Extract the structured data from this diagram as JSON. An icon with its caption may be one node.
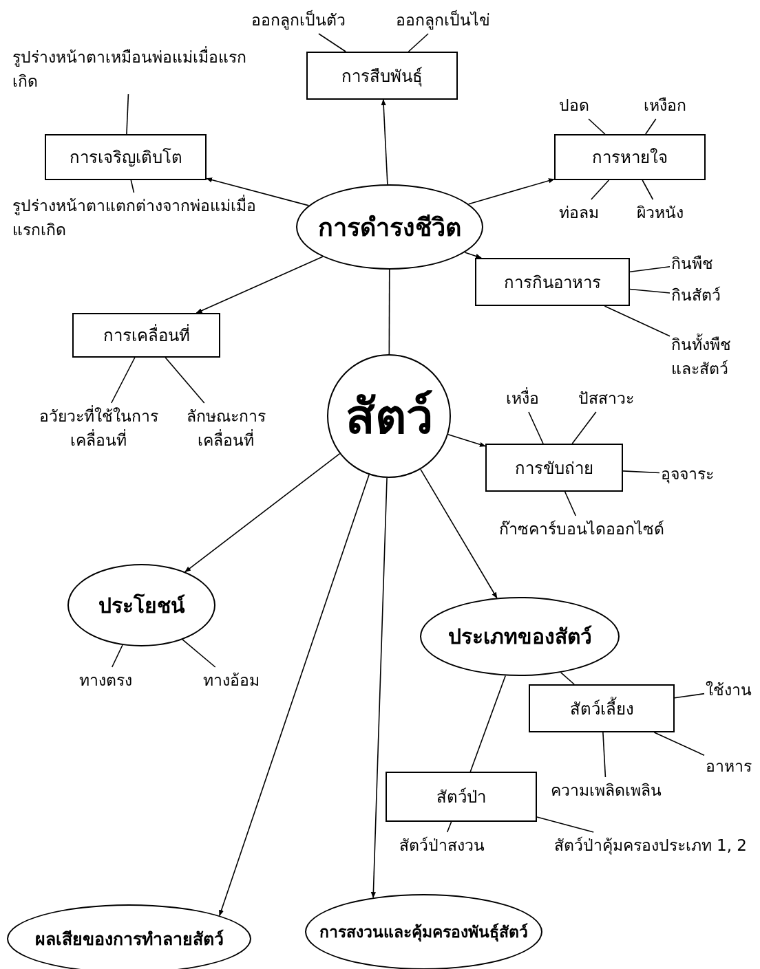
{
  "diagram": {
    "nodes": [
      {
        "text": [
          "การสืบพันธุ์"
        ]
      },
      {
        "text": [
          "ออกลูกเป็นตัว"
        ]
      },
      {
        "text": [
          "ออกลูกเป็นไข่"
        ]
      },
      {
        "text": [
          "การเจริญเติบโต"
        ]
      },
      {
        "text": [
          "รูปร่างหน้าตาเหมือนพ่อแม่เมื่อแรกเกิด"
        ]
      },
      {
        "text": [
          "รูปร่างหน้าตาแตกต่างจากพ่อแม่เมื่อแรกเกิด"
        ]
      },
      {
        "text": [
          "การหายใจ"
        ]
      },
      {
        "text": [
          "ปอด"
        ]
      },
      {
        "text": [
          "เหงือก"
        ]
      },
      {
        "text": [
          "ท่อลม"
        ]
      },
      {
        "text": [
          "ผิวหนัง"
        ]
      },
      {
        "text": [
          "การดำรงชีวิต"
        ]
      },
      {
        "text": [
          "การกินอาหาร"
        ]
      },
      {
        "text": [
          "กินพืช"
        ]
      },
      {
        "text": [
          "กินสัตว์"
        ]
      },
      {
        "text": [
          "กินทั้งพืชและสัตว์"
        ]
      },
      {
        "text": [
          "การเคลื่อนที่"
        ]
      },
      {
        "text": [
          "อวัยวะที่ใช้ในการเคลื่อนที่"
        ]
      },
      {
        "text": [
          "ลักษณะการเคลื่อนที่"
        ]
      },
      {
        "text": [
          "สัตว์"
        ]
      },
      {
        "text": [
          "การขับถ่าย"
        ]
      },
      {
        "text": [
          "เหงื่อ"
        ]
      },
      {
        "text": [
          "ปัสสาวะ"
        ]
      },
      {
        "text": [
          "อุจจาระ"
        ]
      },
      {
        "text": [
          "ก๊าซคาร์บอนไดออกไซด์"
        ]
      },
      {
        "text": [
          "ประโยชน์"
        ]
      },
      {
        "text": [
          "ทางตรง"
        ]
      },
      {
        "text": [
          "ทางอ้อม"
        ]
      },
      {
        "text": [
          "ประเภทของสัตว์"
        ]
      },
      {
        "text": [
          "สัตว์เลี้ยง"
        ]
      },
      {
        "text": [
          "ใช้งาน"
        ]
      },
      {
        "text": [
          "อาหาร"
        ]
      },
      {
        "text": [
          "ความเพลิดเพลิน"
        ]
      },
      {
        "text": [
          "สัตว์ป่า"
        ]
      },
      {
        "text": [
          "สัตว์ป่าสงวน"
        ]
      },
      {
        "text": [
          "สัตว์ป่าคุ้มครองประเภท 1, 2"
        ]
      },
      {
        "text": [
          "ผลเสียของการทำลายสัตว์"
        ]
      },
      {
        "text": [
          "การสงวนและคุ้มครองพันธุ์สัตว์"
        ]
      }
    ],
    "edges": [
      {
        "from": 11,
        "to": 0,
        "arrow": "to"
      },
      {
        "from": 11,
        "to": 3,
        "arrow": "to"
      },
      {
        "from": 11,
        "to": 6,
        "arrow": "to"
      },
      {
        "from": 11,
        "to": 12,
        "arrow": "to"
      },
      {
        "from": 11,
        "to": 16,
        "arrow": "to"
      },
      {
        "from": 19,
        "to": 11,
        "arrow": "none"
      },
      {
        "from": 19,
        "to": 20,
        "arrow": "to"
      },
      {
        "from": 19,
        "to": 25,
        "arrow": "to"
      },
      {
        "from": 19,
        "to": 28,
        "arrow": "to"
      },
      {
        "from": 19,
        "to": 36,
        "arrow": "to"
      },
      {
        "from": 19,
        "to": 37,
        "arrow": "to"
      },
      {
        "from": 1,
        "to": 0,
        "arrow": "none"
      },
      {
        "from": 2,
        "to": 0,
        "arrow": "none"
      },
      {
        "from": 4,
        "to": 3,
        "arrow": "none"
      },
      {
        "from": 5,
        "to": 3,
        "arrow": "none"
      },
      {
        "from": 7,
        "to": 6,
        "arrow": "none"
      },
      {
        "from": 8,
        "to": 6,
        "arrow": "none"
      },
      {
        "from": 9,
        "to": 6,
        "arrow": "none"
      },
      {
        "from": 10,
        "to": 6,
        "arrow": "none"
      },
      {
        "from": 12,
        "to": 13,
        "arrow": "none"
      },
      {
        "from": 12,
        "to": 14,
        "arrow": "none"
      },
      {
        "from": 12,
        "to": 15,
        "arrow": "none"
      },
      {
        "from": 16,
        "to": 17,
        "arrow": "none"
      },
      {
        "from": 16,
        "to": 18,
        "arrow": "none"
      },
      {
        "from": 21,
        "to": 20,
        "arrow": "none"
      },
      {
        "from": 22,
        "to": 20,
        "arrow": "none"
      },
      {
        "from": 23,
        "to": 20,
        "arrow": "none"
      },
      {
        "from": 24,
        "to": 20,
        "arrow": "none"
      },
      {
        "from": 25,
        "to": 26,
        "arrow": "none"
      },
      {
        "from": 25,
        "to": 27,
        "arrow": "none"
      },
      {
        "from": 28,
        "to": 29,
        "arrow": "none"
      },
      {
        "from": 28,
        "to": 33,
        "arrow": "none"
      },
      {
        "from": 29,
        "to": 30,
        "arrow": "none"
      },
      {
        "from": 29,
        "to": 31,
        "arrow": "none"
      },
      {
        "from": 29,
        "to": 32,
        "arrow": "none"
      },
      {
        "from": 33,
        "to": 34,
        "arrow": "none"
      },
      {
        "from": 33,
        "to": 35,
        "arrow": "none"
      }
    ]
  }
}
